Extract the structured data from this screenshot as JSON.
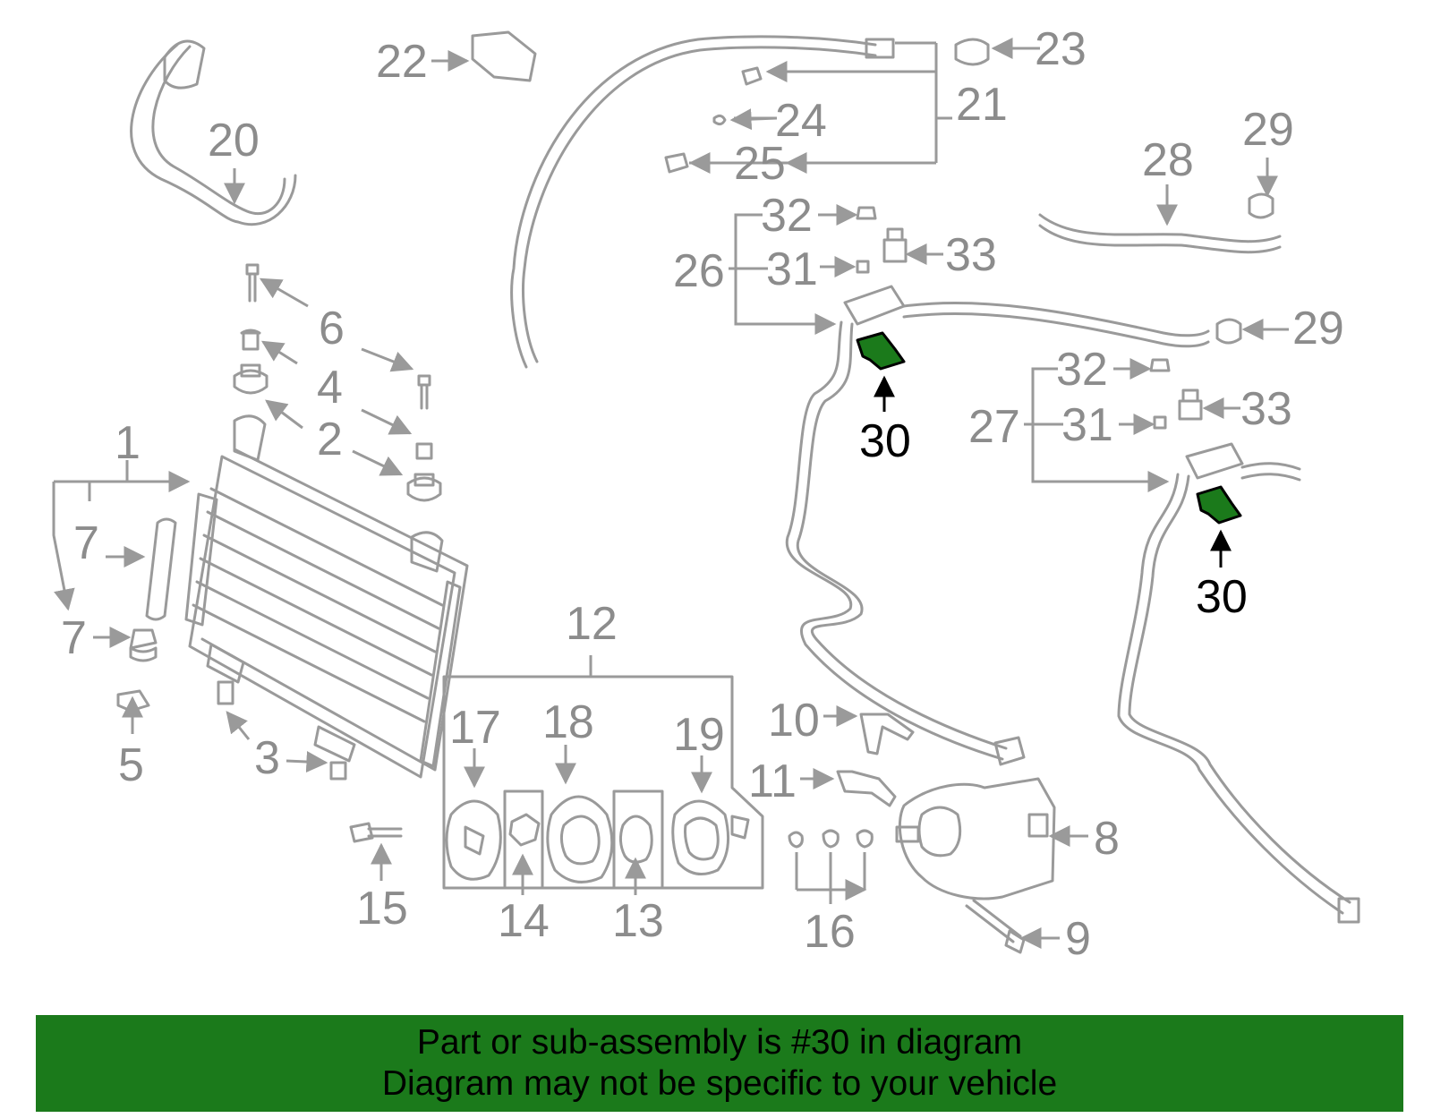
{
  "colors": {
    "banner_bg": "#1b7a1b",
    "highlight_part": "#1b7a1b",
    "line_art": "#9a9a9a",
    "callout_text": "#8c8c8c",
    "highlight_text": "#000000"
  },
  "callouts": {
    "c1": "1",
    "c2a": "2",
    "c2b": "2",
    "c3": "3",
    "c4": "4",
    "c5": "5",
    "c6": "6",
    "c7a": "7",
    "c7b": "7",
    "c8": "8",
    "c9": "9",
    "c10": "10",
    "c11": "11",
    "c12": "12",
    "c13": "13",
    "c14": "14",
    "c15": "15",
    "c16": "16",
    "c17": "17",
    "c18": "18",
    "c19": "19",
    "c20": "20",
    "c21": "21",
    "c22": "22",
    "c23": "23",
    "c24": "24",
    "c25": "25",
    "c26": "26",
    "c27": "27",
    "c28": "28",
    "c29a": "29",
    "c29b": "29",
    "c30a": "30",
    "c30b": "30",
    "c31a": "31",
    "c31b": "31",
    "c32a": "32",
    "c32b": "32",
    "c33a": "33",
    "c33b": "33"
  },
  "highlighted_part": "30",
  "banner": {
    "line1": "Part or sub-assembly is #30 in diagram",
    "line2": "Diagram may not be specific to your vehicle"
  }
}
